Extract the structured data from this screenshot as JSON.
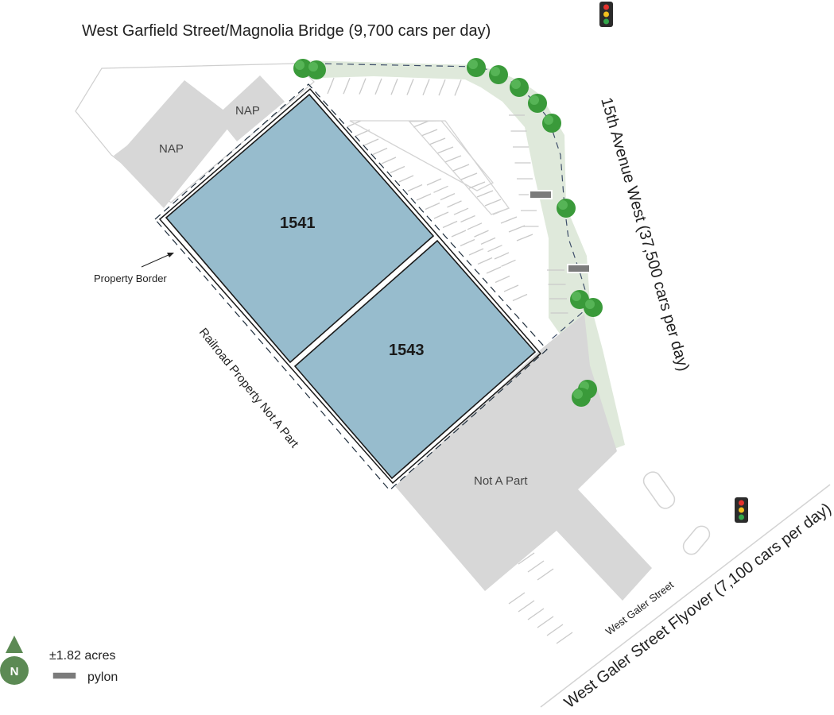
{
  "roads": {
    "north": "West Garfield Street/Magnolia Bridge (9,700 cars per day)",
    "east": "15th Avenue West (37,500 cars per day)",
    "southeast_flyover": "West Galer Street Flyover (7,100 cars per day)",
    "southeast_street": "West Galer Street"
  },
  "parcels": {
    "lot_a": "1541",
    "lot_b": "1543",
    "nap_large": "NAP",
    "nap_small": "NAP",
    "not_a_part": "Not A Part"
  },
  "annotations": {
    "property_border": "Property Border",
    "railroad": "Railroad Property Not A Part"
  },
  "legend": {
    "north_letter": "N",
    "acres": "±1.82 acres",
    "pylon": "pylon"
  },
  "colors": {
    "lot_fill": "#97bccd",
    "nap_fill": "#d7d7d7",
    "landscape_fill": "#dfe9db",
    "tree_green": "#3a9a3a",
    "north_green": "#5c8a54"
  },
  "icons": [
    "traffic-light-icon",
    "tree-icon",
    "pylon-icon",
    "north-arrow-icon"
  ]
}
